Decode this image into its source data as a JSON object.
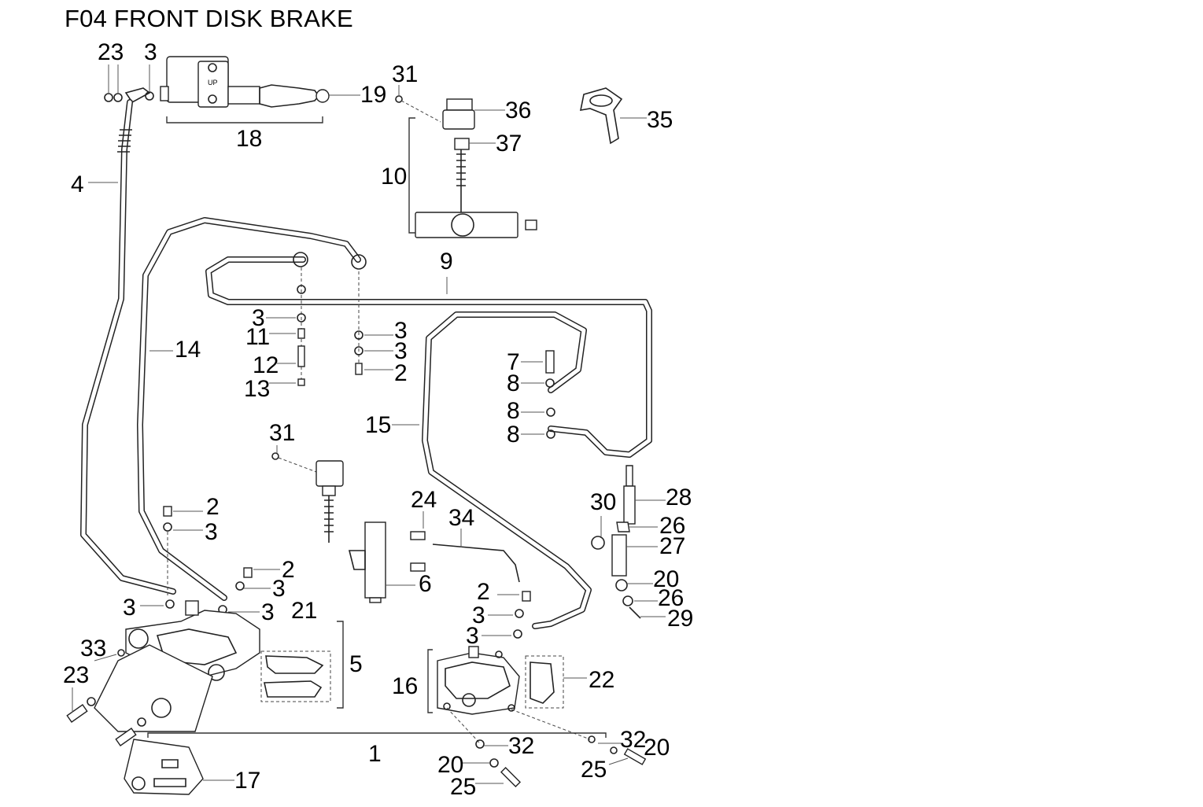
{
  "title": "F04 FRONT DISK BRAKE",
  "callouts": [
    {
      "id": "c23a",
      "text": "23"
    },
    {
      "id": "c3a",
      "text": "3"
    },
    {
      "id": "c19",
      "text": "19"
    },
    {
      "id": "c18",
      "text": "18"
    },
    {
      "id": "c4",
      "text": "4"
    },
    {
      "id": "c31a",
      "text": "31"
    },
    {
      "id": "c36",
      "text": "36"
    },
    {
      "id": "c37",
      "text": "37"
    },
    {
      "id": "c10",
      "text": "10"
    },
    {
      "id": "c35",
      "text": "35"
    },
    {
      "id": "c9",
      "text": "9"
    },
    {
      "id": "c3b",
      "text": "3"
    },
    {
      "id": "c11",
      "text": "11"
    },
    {
      "id": "c12",
      "text": "12"
    },
    {
      "id": "c13",
      "text": "13"
    },
    {
      "id": "c3c",
      "text": "3"
    },
    {
      "id": "c3d",
      "text": "3"
    },
    {
      "id": "c2a",
      "text": "2"
    },
    {
      "id": "c14",
      "text": "14"
    },
    {
      "id": "c7",
      "text": "7"
    },
    {
      "id": "c8a",
      "text": "8"
    },
    {
      "id": "c8b",
      "text": "8"
    },
    {
      "id": "c8c",
      "text": "8"
    },
    {
      "id": "c15",
      "text": "15"
    },
    {
      "id": "c31b",
      "text": "31"
    },
    {
      "id": "c2b",
      "text": "2"
    },
    {
      "id": "c3e",
      "text": "3"
    },
    {
      "id": "c24",
      "text": "24"
    },
    {
      "id": "c34",
      "text": "34"
    },
    {
      "id": "c30",
      "text": "30"
    },
    {
      "id": "c28",
      "text": "28"
    },
    {
      "id": "c26a",
      "text": "26"
    },
    {
      "id": "c27",
      "text": "27"
    },
    {
      "id": "c2c",
      "text": "2"
    },
    {
      "id": "c3f",
      "text": "3"
    },
    {
      "id": "c6",
      "text": "6"
    },
    {
      "id": "c20a",
      "text": "20"
    },
    {
      "id": "c3g",
      "text": "3"
    },
    {
      "id": "c3h",
      "text": "3"
    },
    {
      "id": "c21",
      "text": "21"
    },
    {
      "id": "c26b",
      "text": "26"
    },
    {
      "id": "c29",
      "text": "29"
    },
    {
      "id": "c2d",
      "text": "2"
    },
    {
      "id": "c3i",
      "text": "3"
    },
    {
      "id": "c3j",
      "text": "3"
    },
    {
      "id": "c33",
      "text": "33"
    },
    {
      "id": "c5",
      "text": "5"
    },
    {
      "id": "c22",
      "text": "22"
    },
    {
      "id": "c16",
      "text": "16"
    },
    {
      "id": "c23b",
      "text": "23"
    },
    {
      "id": "c1",
      "text": "1"
    },
    {
      "id": "c32a",
      "text": "32"
    },
    {
      "id": "c32b",
      "text": "32"
    },
    {
      "id": "c20b",
      "text": "20"
    },
    {
      "id": "c20c",
      "text": "20"
    },
    {
      "id": "c25a",
      "text": "25"
    },
    {
      "id": "c25b",
      "text": "25"
    },
    {
      "id": "c17",
      "text": "17"
    }
  ],
  "part_marks": {
    "master_cylinder_up": "UP"
  }
}
